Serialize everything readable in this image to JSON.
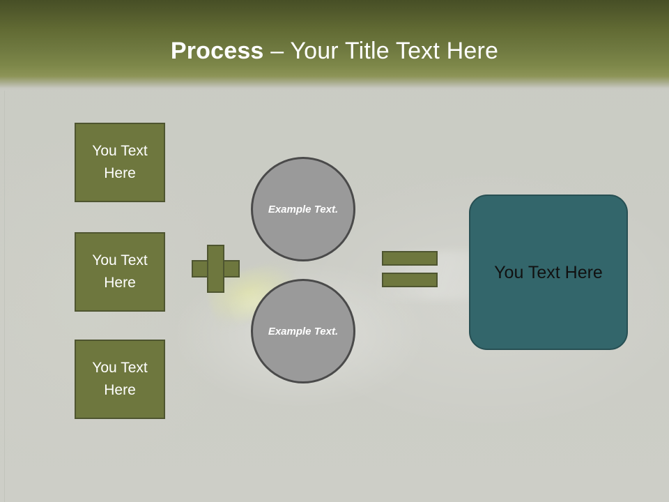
{
  "slide": {
    "background_color": "#cbccc5",
    "header": {
      "title_strong": "Process",
      "title_rest": " – Your Title Text Here",
      "background_gradient_top": "#474f26",
      "background_gradient_mid": "#7d8749",
      "text_color": "#ffffff"
    },
    "colors": {
      "olive": "#6e773e",
      "olive_border": "#4e5530",
      "gray_circle": "#9a9a9a",
      "gray_circle_border": "#4a4a4a",
      "teal": "#33666b",
      "teal_border": "#274f53"
    },
    "input_boxes": [
      {
        "label": "You Text Here"
      },
      {
        "label": "You Text Here"
      },
      {
        "label": "You Text Here"
      }
    ],
    "plus_operator": {
      "symbol": "+"
    },
    "circles": [
      {
        "label": "Example Text."
      },
      {
        "label": "Example Text."
      }
    ],
    "equals_operator": {
      "symbol": "="
    },
    "result_box": {
      "label": "You Text Here"
    }
  }
}
